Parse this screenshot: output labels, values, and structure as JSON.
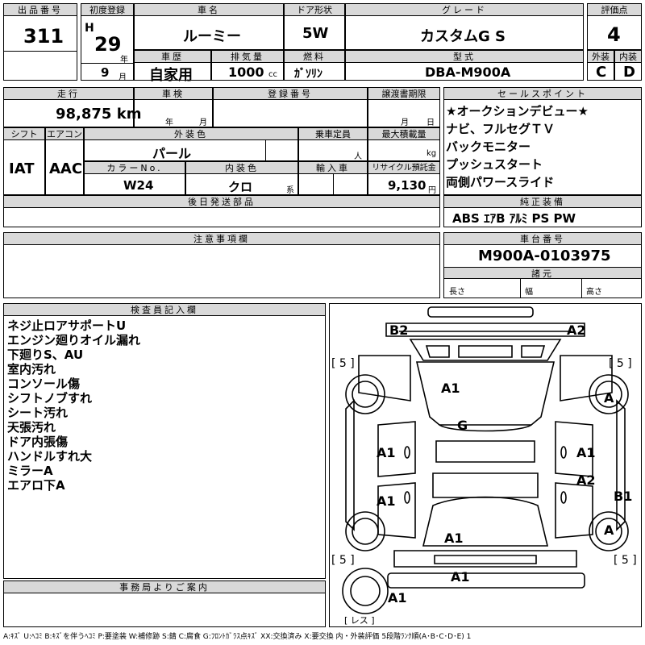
{
  "header": {
    "lot_no_label": "出品番号",
    "lot_no": "311",
    "first_reg_label": "初度登録",
    "era_prefix": "H",
    "year": "29",
    "year_unit": "年",
    "month": "9",
    "month_unit": "月",
    "car_name_label": "車名",
    "car_name": "ルーミー",
    "door_label": "ドア形状",
    "door": "5W",
    "grade_label": "グレード",
    "grade": "カスタムG S",
    "score_label": "評価点",
    "score": "4",
    "history_label": "車歴",
    "history": "自家用",
    "displacement_label": "排気量",
    "displacement": "1000",
    "displacement_unit": "cc",
    "fuel_label": "燃料",
    "fuel": "ｶﾞｿﾘﾝ",
    "model_label": "型式",
    "model": "DBA-M900A",
    "exterior_label": "外装",
    "exterior": "C",
    "interior_label": "内装",
    "interior": "D"
  },
  "row2": {
    "mileage_label": "走行",
    "mileage": "98,875 km",
    "inspection_label": "車検",
    "insp_year_unit": "年",
    "insp_month_unit": "月",
    "reg_no_label": "登録番号",
    "transfer_label": "譲渡書期限",
    "transfer_month_unit": "月",
    "transfer_day_unit": "日",
    "shift_label": "シフト",
    "shift": "IAT",
    "ac_label": "エアコン",
    "ac": "AAC",
    "color_label": "外装色",
    "color": "パール",
    "capacity_label": "乗車定員",
    "capacity_unit": "人",
    "load_label": "最大積載量",
    "load_unit": "kg",
    "color_no_label": "カラーNo.",
    "color_no": "W24",
    "int_color_label": "内装色",
    "int_color": "クロ",
    "int_color_unit": "系",
    "import_label": "輸入車",
    "recycle_label": "リサイクル預託金",
    "recycle": "9,130",
    "recycle_unit": "円",
    "later_parts_label": "後日発送部品"
  },
  "sales_points": {
    "label": "セールスポイント",
    "items": [
      "★オークションデビュー★",
      "ナビ、フルセグＴＶ",
      "バックモニター",
      "プッシュスタート",
      "両側パワースライド"
    ]
  },
  "equipment": {
    "label": "純正装備",
    "value": "ABS ｴｱB ｱﾙﾐ PS PW"
  },
  "caution": {
    "label": "注意事項欄"
  },
  "chassis": {
    "label": "車台番号",
    "value": "M900A-0103975",
    "dims_label": "諸元",
    "length_label": "長さ",
    "width_label": "幅",
    "height_label": "高さ"
  },
  "inspector": {
    "label": "検査員記入欄",
    "notes": [
      "ネジ止ロアサポートU",
      "エンジン廻りオイル漏れ",
      "下廻りS、AU",
      "室内汚れ",
      "コンソール傷",
      "シフトノブすれ",
      "シート汚れ",
      "天張汚れ",
      "ドア内張傷",
      "ハンドルすれ大",
      "ミラーA",
      "エアロ下A"
    ]
  },
  "office": {
    "label": "事務局よりご案内"
  },
  "diagram": {
    "marks": [
      "B2",
      "A2",
      "A1",
      "A",
      "G",
      "A1",
      "A1",
      "A1",
      "A2",
      "B1",
      "A1",
      "A",
      "A1",
      "A1"
    ],
    "tire_labels": [
      "[ 5 ]",
      "[ 5 ]",
      "[ 5 ]",
      "[ 5 ]"
    ],
    "spare_label": "[ レス ]"
  },
  "legend": "A:ｷｽﾞ U:ﾍｺﾐ B:ｷｽﾞを伴うﾍｺﾐ P:要塗装 W:補修跡 S:錆 C:腐食 G:ﾌﾛﾝﾄｶﾞﾗｽ点ｷｽﾞ XX:交換済み X:要交換 内・外装評価 5段階ﾗﾝｸ順(A･B･C･D･E) 1"
}
